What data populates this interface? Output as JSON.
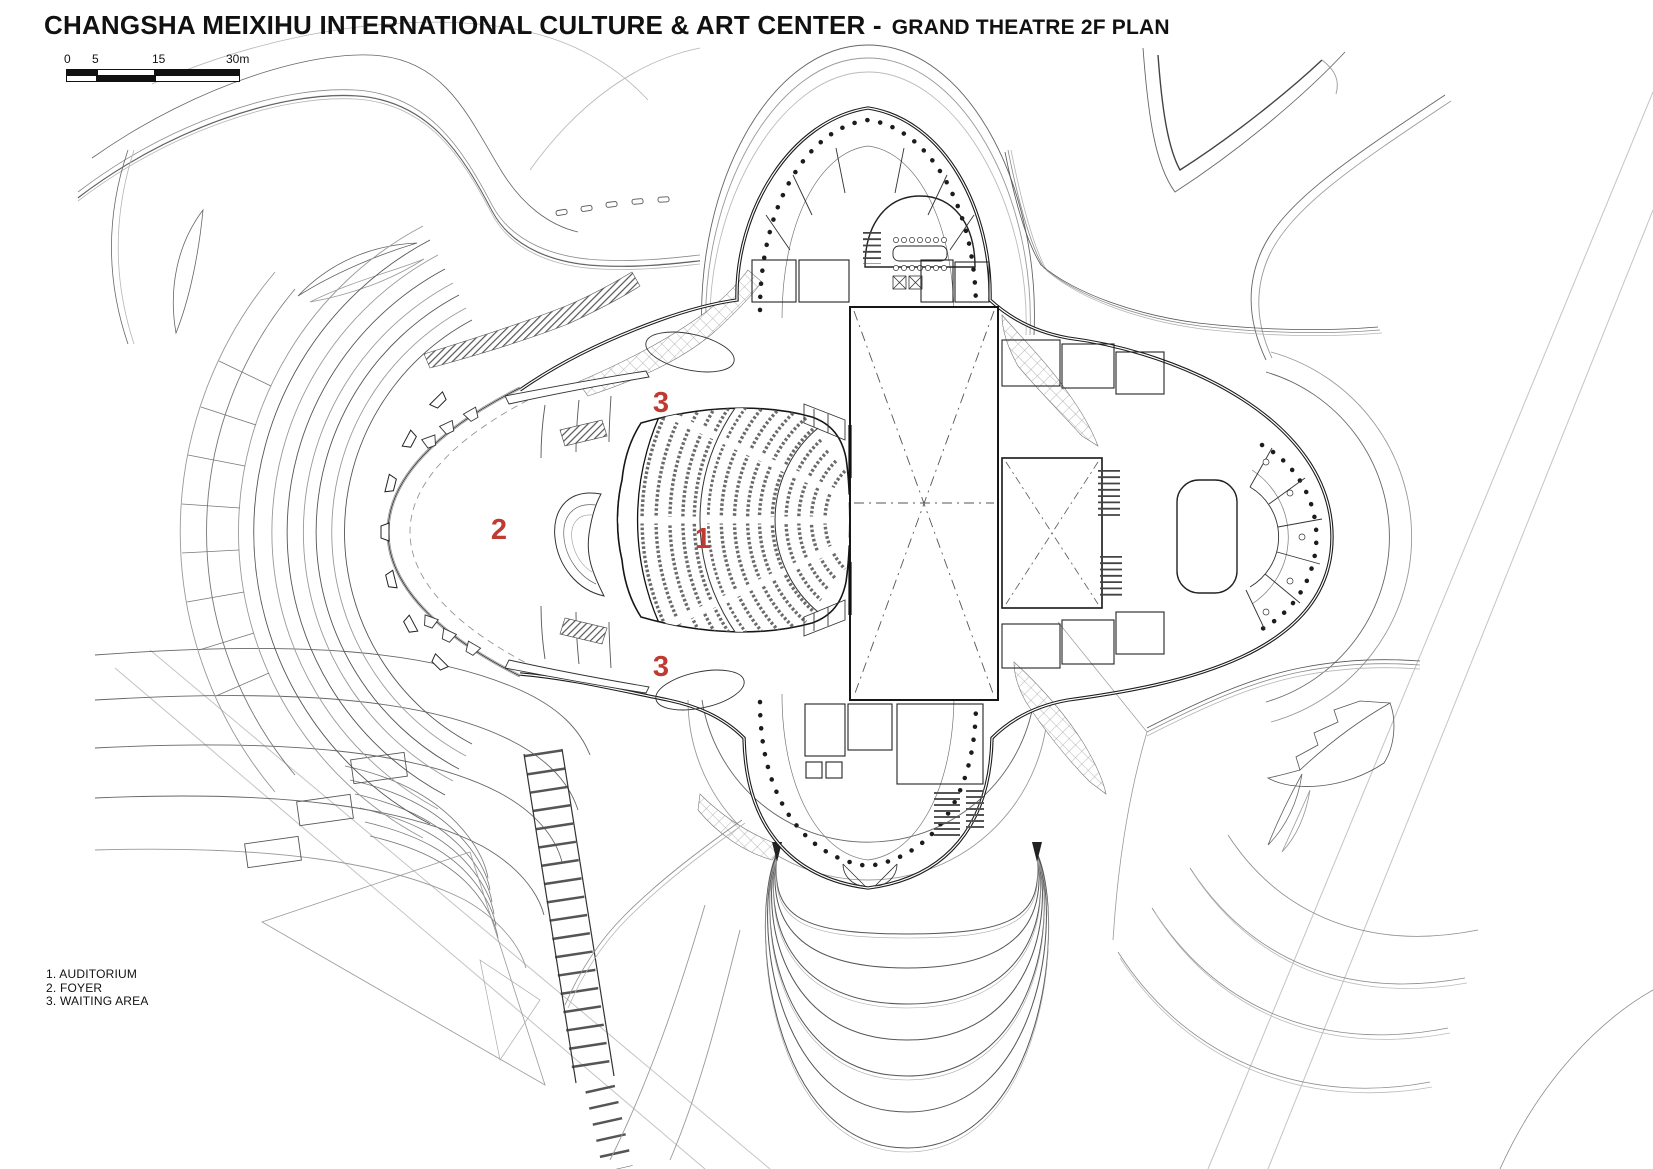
{
  "title": {
    "main": "CHANGSHA MEIXIHU INTERNATIONAL CULTURE & ART CENTER -",
    "sub": "GRAND THEATRE 2F PLAN"
  },
  "scale_bar": {
    "ticks": [
      "0",
      "5",
      "15",
      "30m"
    ]
  },
  "legend": {
    "items": [
      "1. AUDITORIUM",
      "2. FOYER",
      "3. WAITING AREA"
    ]
  },
  "markers": [
    {
      "label": "1",
      "room": "AUDITORIUM"
    },
    {
      "label": "2",
      "room": "FOYER"
    },
    {
      "label": "3",
      "room": "WAITING AREA"
    },
    {
      "label": "3",
      "room": "WAITING AREA"
    }
  ],
  "plan": {
    "building": "Grand Theatre",
    "floor": "2F",
    "rooms": [
      {
        "number": "1",
        "name": "AUDITORIUM"
      },
      {
        "number": "2",
        "name": "FOYER"
      },
      {
        "number": "3",
        "name": "WAITING AREA"
      }
    ]
  },
  "colors": {
    "accent_red": "#bf3a30",
    "line_dark": "#1c1c1c",
    "line_mid": "#555555",
    "line_light": "#8a8a8a",
    "line_faint": "#c4c4c4",
    "background": "#ffffff"
  }
}
